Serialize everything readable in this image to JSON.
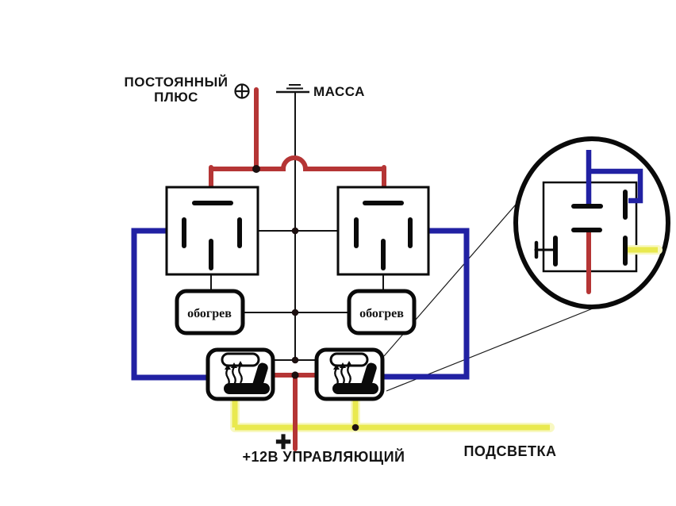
{
  "diagram": {
    "labels": {
      "constant_plus_line1": "ПОСТОЯННЫЙ",
      "constant_plus_line2": "ПЛЮС",
      "ground": "МАССА",
      "heater_left": "обогрев",
      "heater_right": "обогрев",
      "control_plus_sign": "+",
      "control": "+12В УПРАВЛЯЮЩИЙ",
      "backlight": "ПОДСВЕТКА"
    },
    "colors": {
      "constant_plus_wire": "#b53535",
      "load_wire": "#2121a3",
      "backlight_wire": "#e9e94f",
      "backlight_halo": "#f8f8c2",
      "ground_wire": "#141414"
    },
    "icons": {
      "plus_terminal": "circled-plus",
      "ground": "chassis-ground",
      "heated_seat": "seat-with-heat-waves"
    }
  }
}
